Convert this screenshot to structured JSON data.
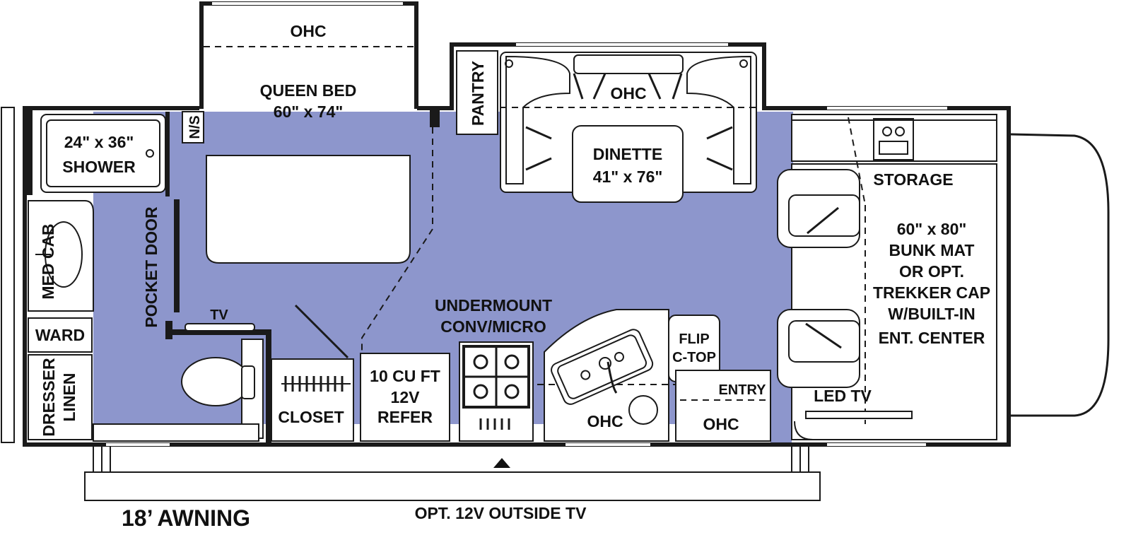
{
  "colors": {
    "floor": "#8d96cc",
    "wall": "#1a1a1a",
    "fixture": "#ffffff"
  },
  "labels": {
    "ohc_bedroom": "OHC",
    "queen_bed_line1": "QUEEN BED",
    "queen_bed_line2": "60\" x 74\"",
    "ns": "N/S",
    "shower_line1": "24\" x 36\"",
    "shower_line2": "SHOWER",
    "pantry": "PANTRY",
    "ohc_dinette": "OHC",
    "dinette_line1": "DINETTE",
    "dinette_line2": "41\" x 76\"",
    "storage": "STORAGE",
    "bunk_line1": "60\" x 80\"",
    "bunk_line2": "BUNK MAT",
    "bunk_line3": "OR OPT.",
    "bunk_line4": "TREKKER CAP",
    "bunk_line5": "W/BUILT-IN",
    "bunk_line6": "ENT. CENTER",
    "med_cab": "MED CAB",
    "pocket_door": "POCKET DOOR",
    "tv": "TV",
    "ward": "WARD",
    "dresser": "DRESSER",
    "linen": "LINEN",
    "closet": "CLOSET",
    "refer_line1": "10 CU FT",
    "refer_line2": "12V",
    "refer_line3": "REFER",
    "micro_line1": "UNDERMOUNT",
    "micro_line2": "CONV/MICRO",
    "ohc_galley": "OHC",
    "flip_line1": "FLIP",
    "flip_line2": "C-TOP",
    "entry": "ENTRY",
    "ohc_entry": "OHC",
    "led_tv": "LED TV",
    "awning": "18’ AWNING",
    "outside_tv": "OPT. 12V OUTSIDE TV"
  }
}
